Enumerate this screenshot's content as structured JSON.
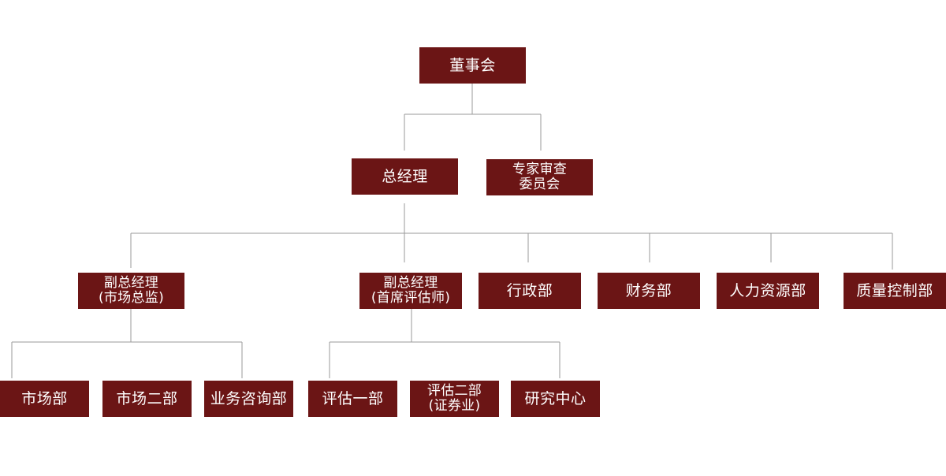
{
  "colors": {
    "box": "#6b1515",
    "text": "#ffffff",
    "line": "#9a9a9a"
  },
  "org": {
    "board": "董事会",
    "general_manager": "总经理",
    "expert_committee": {
      "line1": "专家审查",
      "line2": "委员会"
    },
    "deputy_market": {
      "line1": "副总经理",
      "line2": "(市场总监)"
    },
    "deputy_eval": {
      "line1": "副总经理",
      "line2": "(首席评估师)"
    },
    "admin": "行政部",
    "finance": "财务部",
    "hr": "人力资源部",
    "quality": "质量控制部",
    "market1": "市场部",
    "market2": "市场二部",
    "consulting": "业务咨询部",
    "eval1": "评估一部",
    "eval2": {
      "line1": "评估二部",
      "line2": "(证券业)"
    },
    "research": "研究中心"
  }
}
